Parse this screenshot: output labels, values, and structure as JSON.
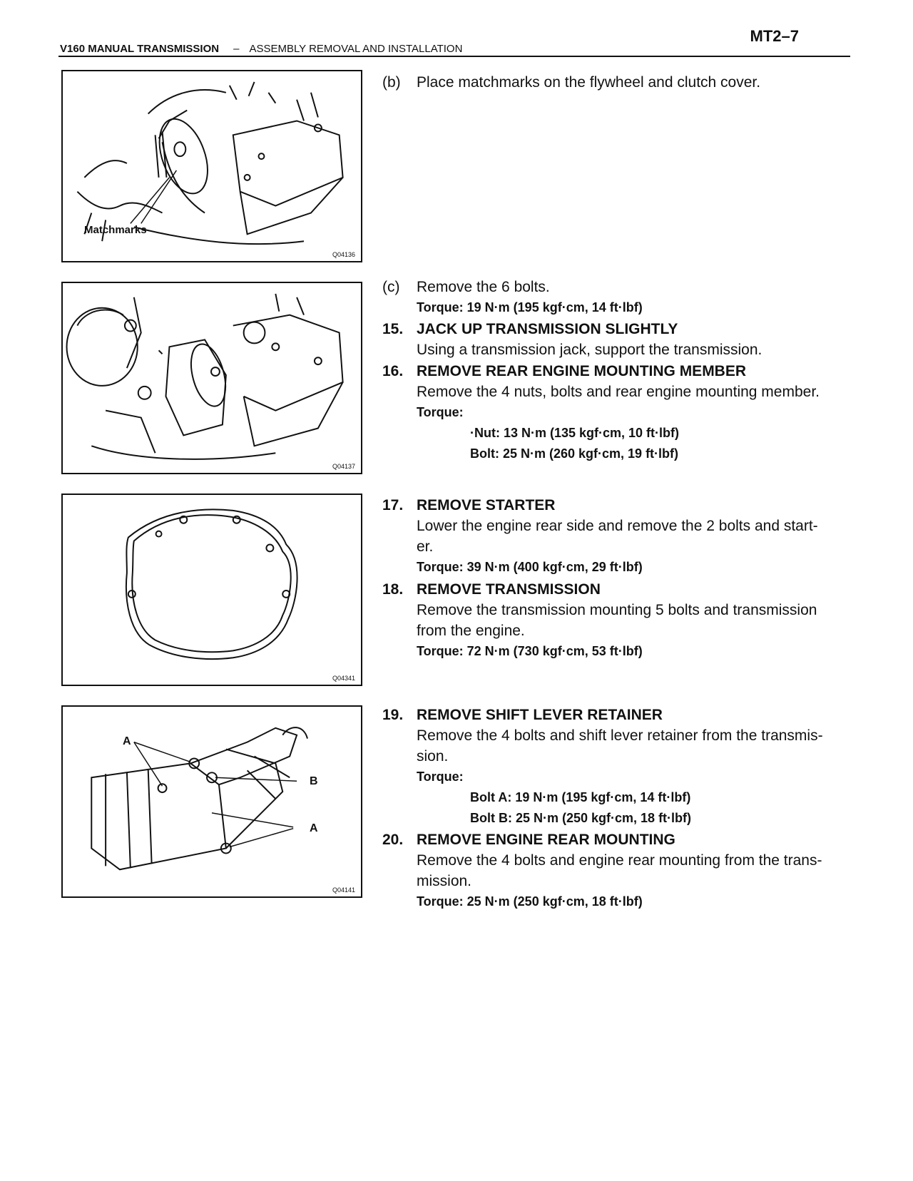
{
  "header": {
    "page_number": "MT2–7",
    "section": "V160 MANUAL TRANSMISSION",
    "dash": "–",
    "subsection": "ASSEMBLY REMOVAL AND INSTALLATION"
  },
  "figures": [
    {
      "code": "Q04136",
      "label": "Matchmarks"
    },
    {
      "code": "Q04137"
    },
    {
      "code": "Q04341"
    },
    {
      "code": "Q04141",
      "labels": [
        "A",
        "B",
        "A"
      ]
    }
  ],
  "steps": {
    "b": {
      "num": "(b)",
      "text": "Place matchmarks on the flywheel and clutch cover."
    },
    "c": {
      "num": "(c)",
      "text": "Remove the 6 bolts.",
      "torque": "Torque: 19 N·m (195 kgf·cm, 14 ft·lbf)"
    },
    "s15": {
      "num": "15.",
      "title": "JACK UP TRANSMISSION SLIGHTLY",
      "text": "Using a transmission jack, support the transmission."
    },
    "s16": {
      "num": "16.",
      "title": "REMOVE REAR ENGINE MOUNTING MEMBER",
      "text": "Remove the 4 nuts, bolts and rear engine mounting member.",
      "torque_label": "Torque:",
      "torque_nut": "·Nut: 13 N·m (135 kgf·cm, 10 ft·lbf)",
      "torque_bolt": "Bolt: 25 N·m (260 kgf·cm, 19 ft·lbf)"
    },
    "s17": {
      "num": "17.",
      "title": "REMOVE STARTER",
      "text1": "Lower the engine rear side and remove the 2 bolts and start-",
      "text2": "er.",
      "torque": "Torque: 39 N·m (400 kgf·cm, 29 ft·lbf)"
    },
    "s18": {
      "num": "18.",
      "title": "REMOVE TRANSMISSION",
      "text1": "Remove the transmission mounting 5 bolts and transmission",
      "text2": "from the engine.",
      "torque": "Torque: 72 N·m (730 kgf·cm, 53 ft·lbf)"
    },
    "s19": {
      "num": "19.",
      "title": "REMOVE SHIFT LEVER RETAINER",
      "text1": "Remove the 4 bolts and shift lever retainer from the transmis-",
      "text2": "sion.",
      "torque_label": "Torque:",
      "torque_a": "Bolt A: 19 N·m (195 kgf·cm, 14 ft·lbf)",
      "torque_b": "Bolt B: 25 N·m (250 kgf·cm, 18 ft·lbf)"
    },
    "s20": {
      "num": "20.",
      "title": "REMOVE ENGINE REAR MOUNTING",
      "text1": "Remove the 4 bolts and engine rear mounting from the trans-",
      "text2": "mission.",
      "torque": "Torque: 25 N·m (250 kgf·cm, 18 ft·lbf)"
    }
  }
}
